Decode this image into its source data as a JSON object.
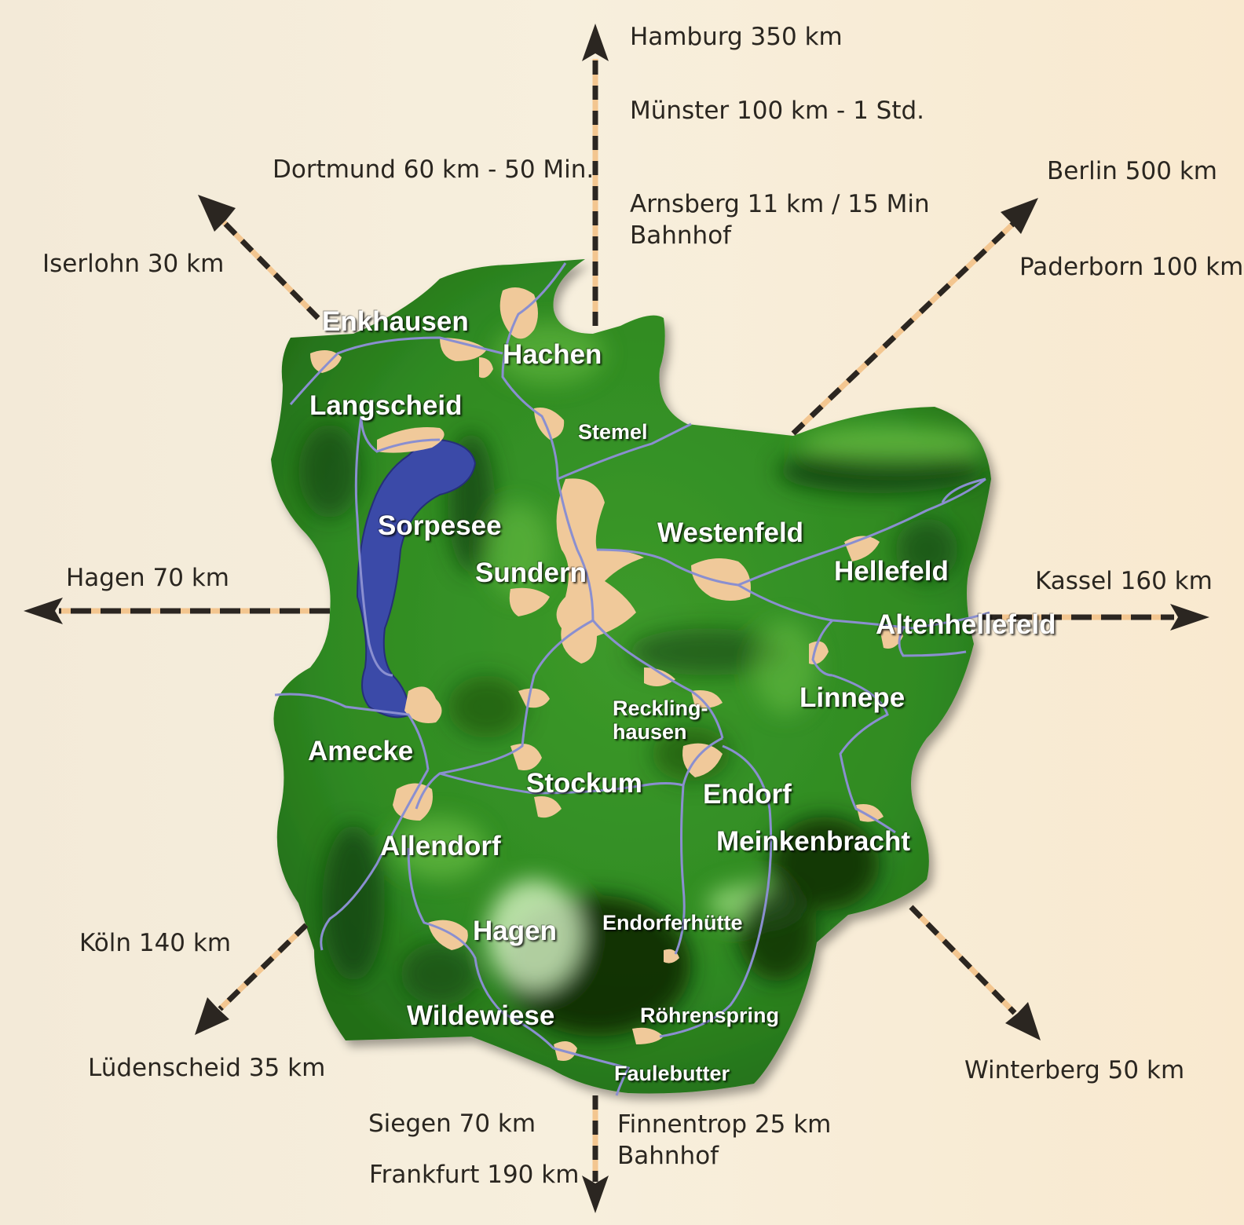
{
  "colors": {
    "background": "#f5ecd9",
    "land": "#2f8a22",
    "land_dark": "#0f3d0c",
    "land_light": "#5fb83a",
    "lake": "#3b4aa8",
    "settlement": "#f0c99a",
    "road": "#8a8fd0",
    "arrow_dash": "#2b2621",
    "arrow_gap": "#f3c690"
  },
  "directions": {
    "north": {
      "icon": "arrow-up-icon",
      "labels": [
        "Hamburg 350 km",
        "Münster 100 km - 1 Std.",
        "Arnsberg 11 km / 15 Min",
        "Bahnhof"
      ]
    },
    "northwest": {
      "icon": "arrow-up-left-icon",
      "labels": [
        "Dortmund 60 km - 50 Min.",
        "Iserlohn 30 km"
      ]
    },
    "northeast": {
      "icon": "arrow-up-right-icon",
      "labels": [
        "Berlin 500 km",
        "Paderborn 100 km"
      ]
    },
    "west": {
      "icon": "arrow-left-icon",
      "labels": [
        "Hagen 70 km"
      ]
    },
    "east": {
      "icon": "arrow-right-icon",
      "labels": [
        "Kassel 160 km"
      ]
    },
    "southwest": {
      "icon": "arrow-down-left-icon",
      "labels": [
        "Köln 140 km",
        "Lüdenscheid 35 km"
      ]
    },
    "southeast": {
      "icon": "arrow-down-right-icon",
      "labels": [
        "Winterberg 50 km"
      ]
    },
    "south": {
      "icon": "arrow-down-icon",
      "labels": [
        "Siegen 70 km",
        "Frankfurt 190 km",
        "Finnentrop 25 km",
        "Bahnhof"
      ]
    }
  },
  "towns": {
    "enkhausen": "Enkhausen",
    "hachen": "Hachen",
    "langscheid": "Langscheid",
    "stemel": "Stemel",
    "sorpesee": "Sorpesee",
    "westenfeld": "Westenfeld",
    "sundern": "Sundern",
    "hellefeld": "Hellefeld",
    "altenhellefeld": "Altenhellefeld",
    "recklinghausen_1": "Reckling-",
    "recklinghausen_2": "hausen",
    "linnepe": "Linnepe",
    "amecke": "Amecke",
    "stockum": "Stockum",
    "endorf": "Endorf",
    "meinkenbracht": "Meinkenbracht",
    "allendorf": "Allendorf",
    "endorferhuette": "Endorferhütte",
    "hagen": "Hagen",
    "roehrenspring": "Röhrenspring",
    "wildewiese": "Wildewiese",
    "faulebutter": "Faulebutter"
  }
}
